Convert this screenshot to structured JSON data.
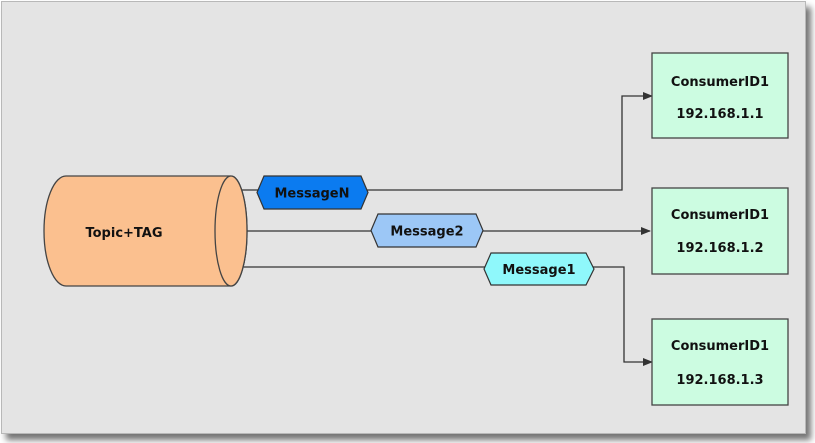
{
  "topic": {
    "label": "Topic+TAG",
    "fill": "#fbc08f"
  },
  "messages": [
    {
      "label": "MessageN",
      "fill": "#0b7bf0"
    },
    {
      "label": "Message2",
      "fill": "#9cc7f6"
    },
    {
      "label": "Message1",
      "fill": "#8ff8fb"
    }
  ],
  "consumers": [
    {
      "name": "ConsumerID1",
      "ip": "192.168.1.1"
    },
    {
      "name": "ConsumerID1",
      "ip": "192.168.1.2"
    },
    {
      "name": "ConsumerID1",
      "ip": "192.168.1.3"
    }
  ],
  "colors": {
    "consumer_fill": "#ccfce1",
    "line": "#333333"
  }
}
